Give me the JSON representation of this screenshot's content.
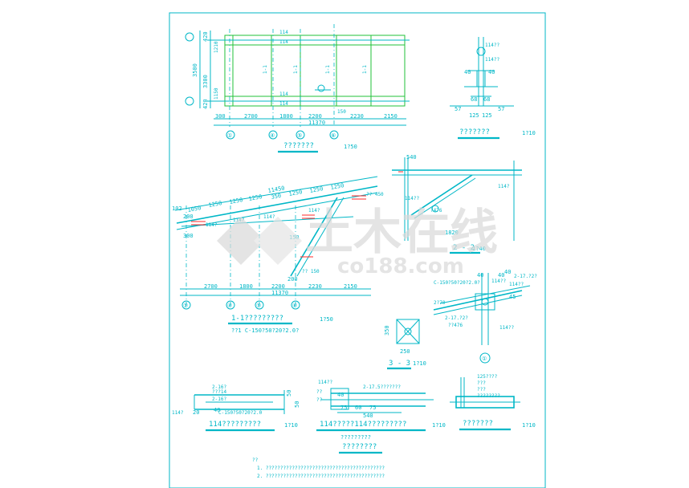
{
  "plan": {
    "dims_left": [
      "420",
      "1210",
      "3500",
      "3300",
      "1150",
      "420"
    ],
    "dims_bottom": [
      "300",
      "2700",
      "1800",
      "2200",
      "2230",
      "2150"
    ],
    "total": "11370",
    "grid": [
      "①",
      "④",
      "⑤",
      "⑥"
    ],
    "tags": [
      "1-1",
      "1-1",
      "1-1",
      "1-1"
    ],
    "top_label": "114",
    "mid_label": "114",
    "note_150": "150",
    "title": "???????",
    "scale": "1?50"
  },
  "detail_top": {
    "labels": [
      "114??",
      "114??"
    ],
    "dims": [
      "40",
      "40",
      "68",
      "68",
      "57",
      "57",
      "125",
      "125"
    ],
    "title": "???????",
    "scale": "1?10"
  },
  "section_11": {
    "dims_top": [
      "1050",
      "1250",
      "1250",
      "1250",
      "1250",
      "1250",
      "1250"
    ],
    "dims_top2": [
      "11450",
      "350"
    ],
    "dims_left": [
      "102",
      "200",
      "300"
    ],
    "dims_bottom": [
      "2700",
      "1800",
      "2200",
      "2230",
      "2150"
    ],
    "total": "11370",
    "grid": [
      "①",
      "④",
      "⑤",
      "⑥"
    ],
    "labels": [
      "114?",
      "114?",
      "114?",
      "114?",
      "?? 450",
      "?? 150"
    ],
    "dim_150": "150",
    "dim_200": "200",
    "title": "1-1?????????",
    "scale": "1?50",
    "note": "??1 C-150?50?20?2.0?"
  },
  "section_22": {
    "dim_top": "540",
    "dim_bot": "1820",
    "labels": [
      "114??",
      "114?",
      "?476"
    ],
    "title": "2 - 2",
    "scale": "1?40"
  },
  "detail_node": {
    "labels": [
      "C-150?50?20?2.0?",
      "114??",
      "114??",
      "2-17.?2?",
      "2?70",
      "2-17.?2?",
      "??476",
      "114??"
    ],
    "dims": [
      "40",
      "40",
      "40",
      "45"
    ],
    "title": "①",
    "title2": ""
  },
  "section_33": {
    "dim_a": "350",
    "dim_b": "250",
    "title": "3 - 3",
    "scale": "1?10"
  },
  "bottom_left": {
    "labels": [
      "2-16?",
      "???14",
      "2-16?",
      "C-150?50?20?2.0",
      "114?"
    ],
    "dims": [
      "20",
      "40",
      "50",
      "50"
    ],
    "title": "114?????????",
    "scale": "1?10"
  },
  "bottom_mid": {
    "labels": [
      "114??",
      "2-17.5???????",
      "??",
      "??"
    ],
    "dims": [
      "40",
      "75",
      "60",
      "75",
      "540"
    ],
    "title": "114?????114?????????",
    "sub1": "?????????",
    "sub2": "????????",
    "scale": "1?10"
  },
  "bottom_right": {
    "labels": [
      "125????",
      "???",
      "???",
      "????????"
    ],
    "title": "???????",
    "scale": "1?10"
  },
  "notes": {
    "header": "??",
    "line1": "1. ?????????????????????????????????????????",
    "line2": "2. ?????????????????????????????????????????"
  },
  "watermark": {
    "cn": "土木在线",
    "en": "co188.com"
  }
}
